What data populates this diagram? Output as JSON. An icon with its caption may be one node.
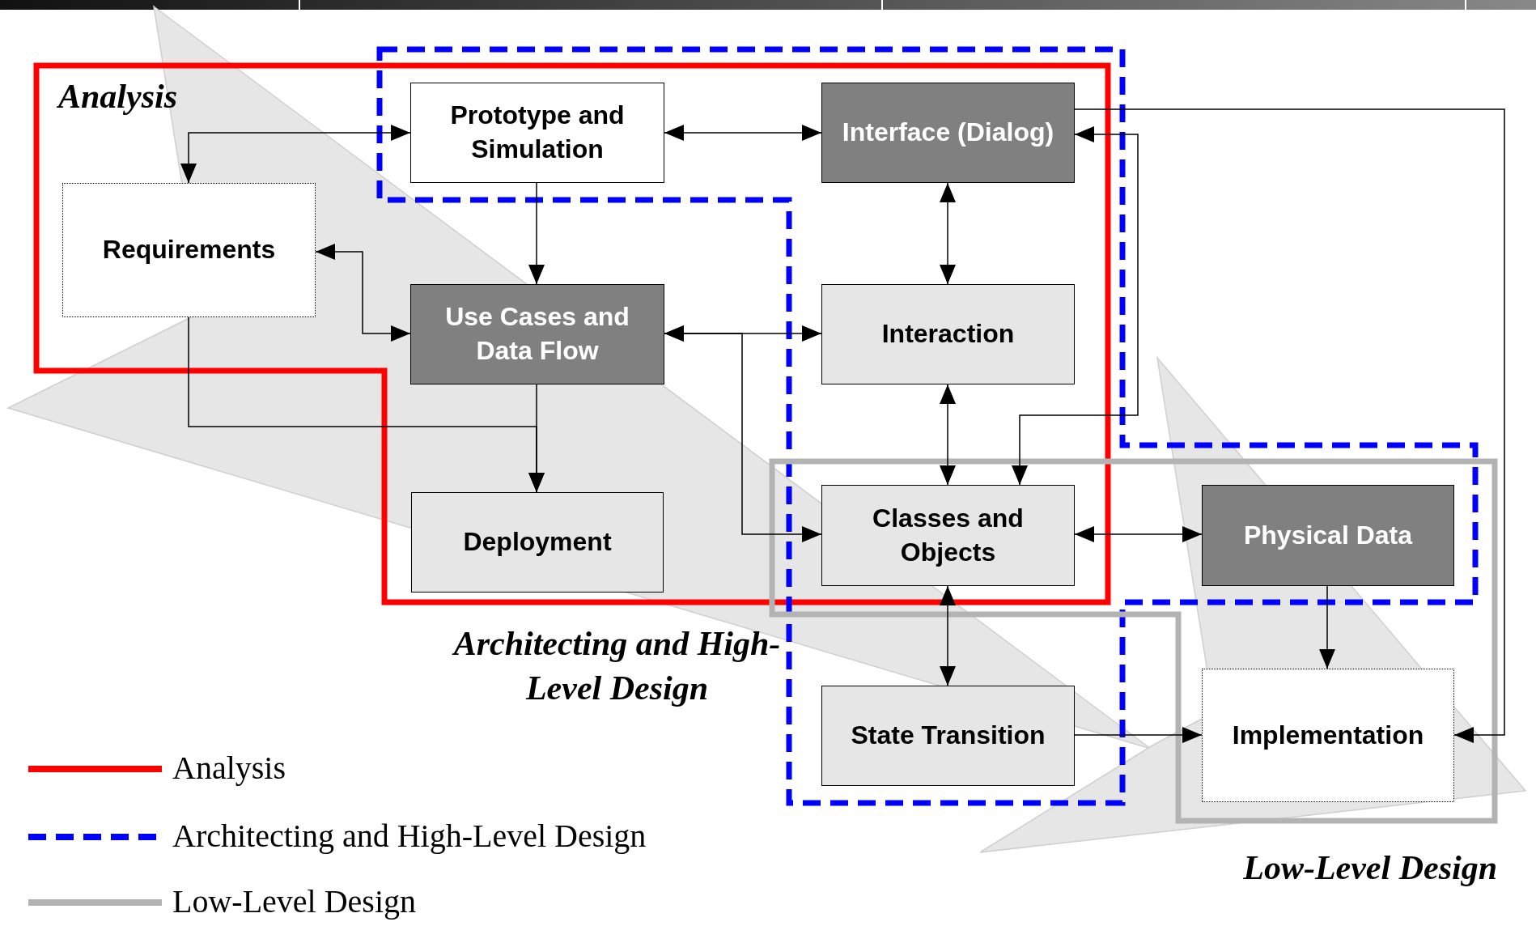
{
  "diagram": {
    "nodes": [
      {
        "text": [
          "Prototype and Simulation"
        ]
      },
      {
        "text": [
          "Interface (Dialog)"
        ]
      },
      {
        "text": [
          "Requirements"
        ]
      },
      {
        "text": [
          "Use Cases and Data Flow"
        ]
      },
      {
        "text": [
          "Interaction"
        ]
      },
      {
        "text": [
          "Deployment"
        ]
      },
      {
        "text": [
          "Classes and Objects"
        ]
      },
      {
        "text": [
          "Physical Data"
        ]
      },
      {
        "text": [
          "State Transition"
        ]
      },
      {
        "text": [
          "Implementation"
        ]
      }
    ],
    "edges": [
      {
        "from": 0,
        "to": 2,
        "arrow": "both"
      },
      {
        "from": 0,
        "to": 1,
        "arrow": "both"
      },
      {
        "from": 0,
        "to": 3,
        "arrow": "to"
      },
      {
        "from": 2,
        "to": 3,
        "arrow": "both"
      },
      {
        "from": 3,
        "to": 4,
        "arrow": "both"
      },
      {
        "from": 3,
        "to": 6,
        "arrow": "both"
      },
      {
        "from": 3,
        "to": 5,
        "arrow": "to"
      },
      {
        "from": 2,
        "to": 5,
        "arrow": "to"
      },
      {
        "from": 1,
        "to": 4,
        "arrow": "both"
      },
      {
        "from": 4,
        "to": 6,
        "arrow": "both"
      },
      {
        "from": 1,
        "to": 6,
        "arrow": "both"
      },
      {
        "from": 1,
        "to": 9,
        "arrow": "to"
      },
      {
        "from": 6,
        "to": 7,
        "arrow": "both"
      },
      {
        "from": 6,
        "to": 8,
        "arrow": "both"
      },
      {
        "from": 7,
        "to": 9,
        "arrow": "to"
      },
      {
        "from": 8,
        "to": 9,
        "arrow": "to"
      }
    ],
    "labels": [
      "Analysis",
      "Architecting and High-Level Design",
      "Low-Level Design"
    ],
    "legend": [
      {
        "text": "Analysis"
      },
      {
        "text": "Architecting and High-Level Design"
      },
      {
        "text": "Low-Level Design"
      }
    ]
  }
}
